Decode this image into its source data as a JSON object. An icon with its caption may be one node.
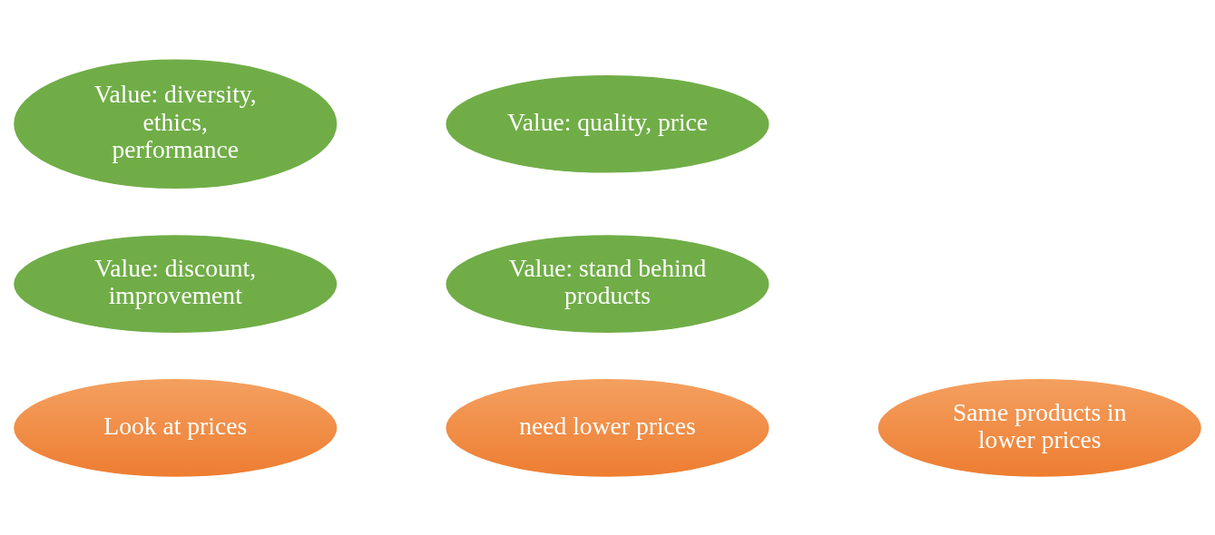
{
  "diagram": {
    "nodes": [
      {
        "text": [
          "Value: diversity, ethics, performance"
        ]
      },
      {
        "text": [
          "Value: quality, price"
        ]
      },
      {
        "text": [
          "Value: discount, improvement"
        ]
      },
      {
        "text": [
          "Value: stand behind products"
        ]
      },
      {
        "text": [
          "Look at prices"
        ]
      },
      {
        "text": [
          "Same products in lower prices"
        ]
      },
      {
        "text": [
          "need lower prices"
        ]
      }
    ],
    "edges": []
  }
}
